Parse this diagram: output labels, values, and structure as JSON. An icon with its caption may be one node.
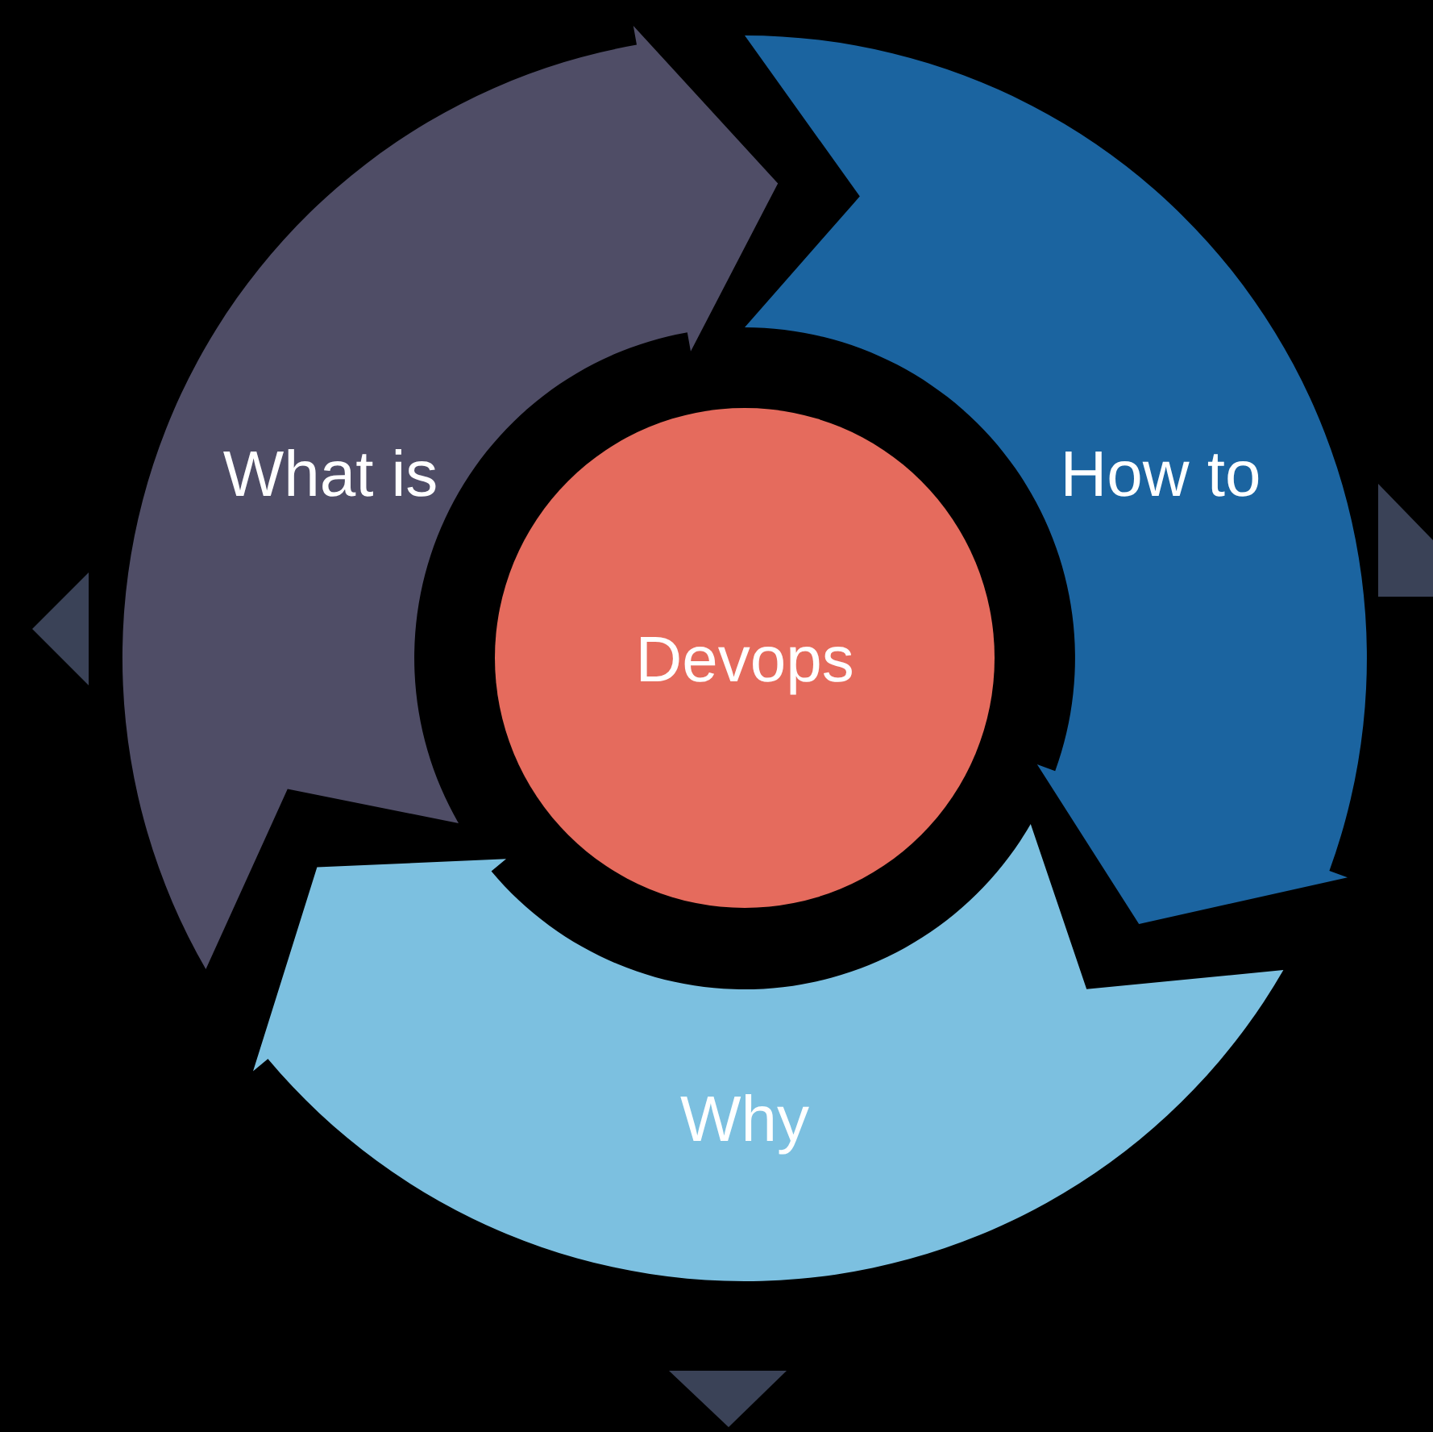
{
  "diagram": {
    "nodes": [
      {
        "text": [
          "What is"
        ]
      },
      {
        "text": [
          "How to"
        ]
      },
      {
        "text": [
          "Why"
        ]
      },
      {
        "text": [
          "Devops"
        ]
      },
      {
        "text": [],
        "shape": "triangle"
      },
      {
        "text": [],
        "shape": "triangle"
      },
      {
        "text": [],
        "shape": "triangle"
      }
    ]
  }
}
